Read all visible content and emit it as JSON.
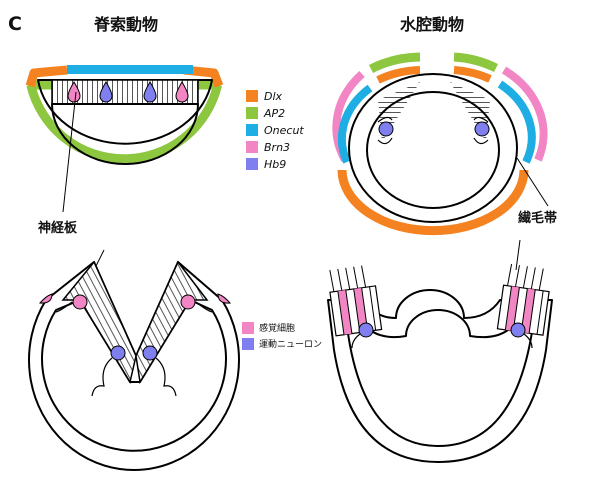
{
  "panel_letter": "C",
  "titles": {
    "left": "脊索動物",
    "right": "水腔動物"
  },
  "legend_genes": [
    {
      "label": "Dlx",
      "color": "#F58220"
    },
    {
      "label": "AP2",
      "color": "#8DC63F"
    },
    {
      "label": "Onecut",
      "color": "#1EAEE3"
    },
    {
      "label": "Brn3",
      "color": "#F286C5"
    },
    {
      "label": "Hb9",
      "color": "#7F7FEF"
    }
  ],
  "legend_cells": [
    {
      "label": "感覚細胞",
      "color": "#F286C5"
    },
    {
      "label": "運動ニューロン",
      "color": "#7F7FEF"
    }
  ],
  "callouts": {
    "neural_plate": "神経板",
    "ciliary_band": "繊毛帯"
  },
  "colors": {
    "dlx": "#F58220",
    "ap2": "#8DC63F",
    "onecut": "#1EAEE3",
    "brn3": "#F286C5",
    "hb9": "#7F7FEF",
    "hatch": "#555555"
  }
}
